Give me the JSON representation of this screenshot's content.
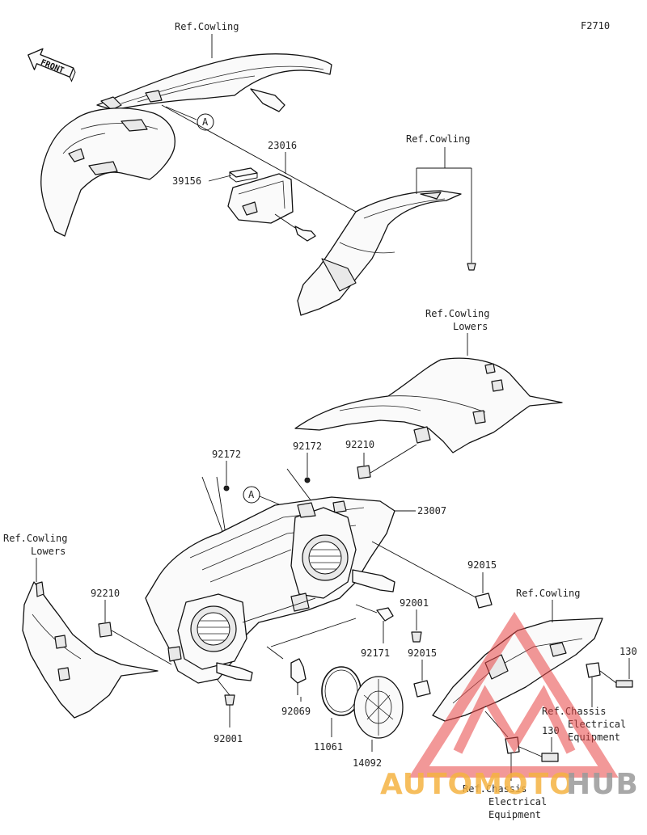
{
  "figure_code": "F2710",
  "front_label": "FRONT",
  "callouts": {
    "ref_a": "A"
  },
  "part_labels": {
    "ref_cowling_top": "Ref.Cowling",
    "p23016": "23016",
    "p39156": "39156",
    "ref_cowling_right": "Ref.Cowling",
    "ref_cowling_lowers_right_1": "Ref.Cowling",
    "ref_cowling_lowers_right_2": "Lowers",
    "p92172_left": "92172",
    "p92172_right": "92172",
    "p92210_right": "92210",
    "p23007": "23007",
    "ref_cowling_lowers_left_1": "Ref.Cowling",
    "ref_cowling_lowers_left_2": "Lowers",
    "p92210_left": "92210",
    "p92015_top": "92015",
    "ref_cowling_bottom": "Ref.Cowling",
    "p92001_right": "92001",
    "p92171": "92171",
    "p92015_bottom": "92015",
    "p130_right": "130",
    "ref_chassis_right_1": "Ref.Chassis",
    "ref_chassis_right_2": "Electrical",
    "ref_chassis_right_3": "Equipment",
    "p130_bottom": "130",
    "p92069": "92069",
    "p11061": "11061",
    "p14092": "14092",
    "p92001_left": "92001",
    "ref_chassis_bottom_1": "Ref.Chassis",
    "ref_chassis_bottom_2": "Electrical",
    "ref_chassis_bottom_3": "Equipment"
  },
  "watermark": {
    "text_auto": "AUTOMOTO",
    "text_hub": "HUB",
    "color_auto": "#f5b342",
    "color_hub": "#9a9a9a",
    "color_logo": "#e84545"
  }
}
